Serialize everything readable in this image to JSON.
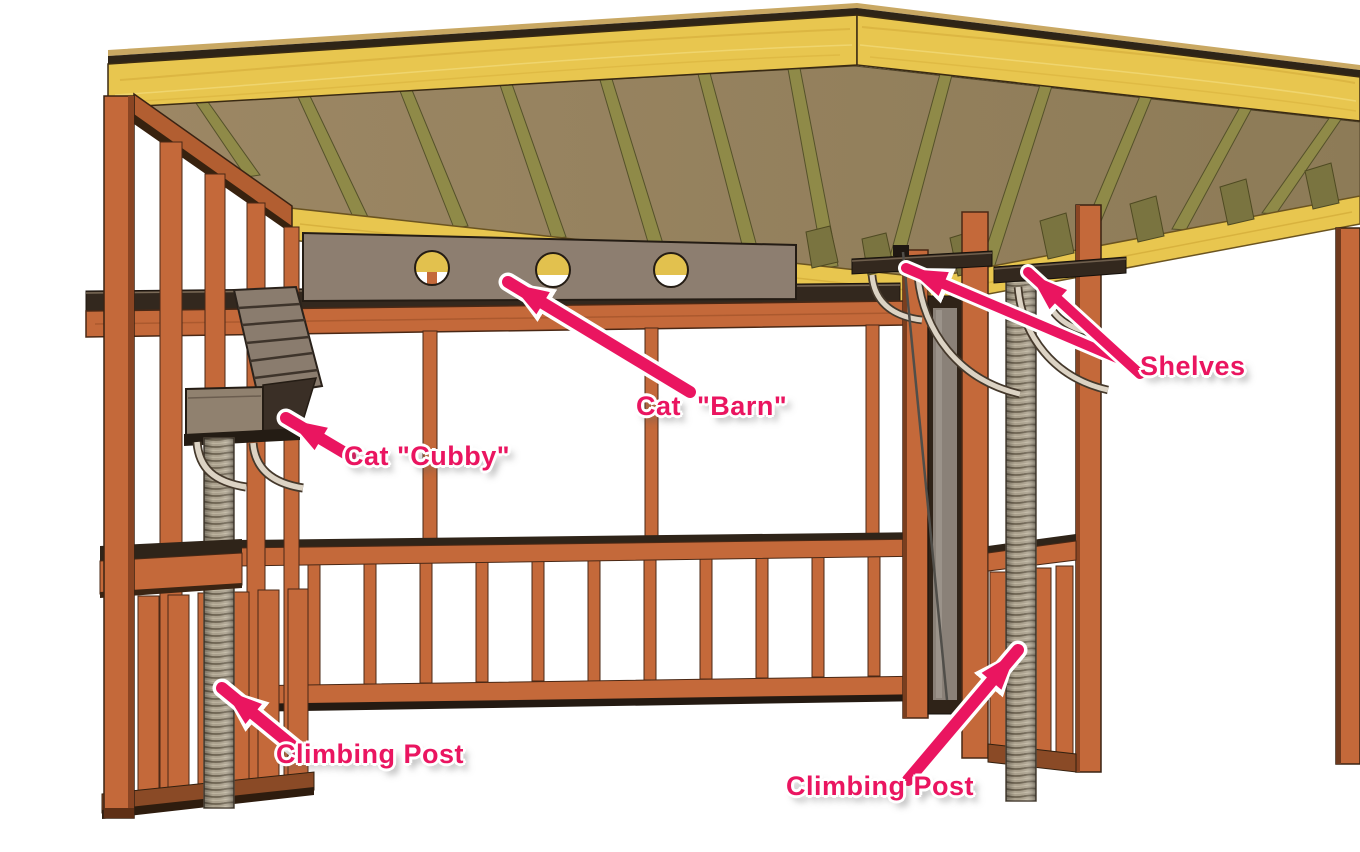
{
  "annotations": [
    {
      "id": "cat-barn",
      "text": "Cat  \"Barn\""
    },
    {
      "id": "cat-cubby",
      "text": "Cat \"Cubby\""
    },
    {
      "id": "shelves",
      "text": "Shelves"
    },
    {
      "id": "climbing-post-left",
      "text": "Climbing Post"
    },
    {
      "id": "climbing-post-right",
      "text": "Climbing Post"
    }
  ],
  "colors": {
    "annotation_pink": "#EA1560",
    "wood_orange": "#C4693A",
    "wood_orange_dark": "#8A4523",
    "fascia_yellow": "#E8C64F",
    "rafter_olive": "#8F8A48",
    "ceiling_tan": "#9A8560",
    "plywood_gray": "#8D7E70",
    "shelf_dark": "#33281E",
    "bracket_cream": "#DCD3C4",
    "rope_tan": "#ABA18D"
  }
}
